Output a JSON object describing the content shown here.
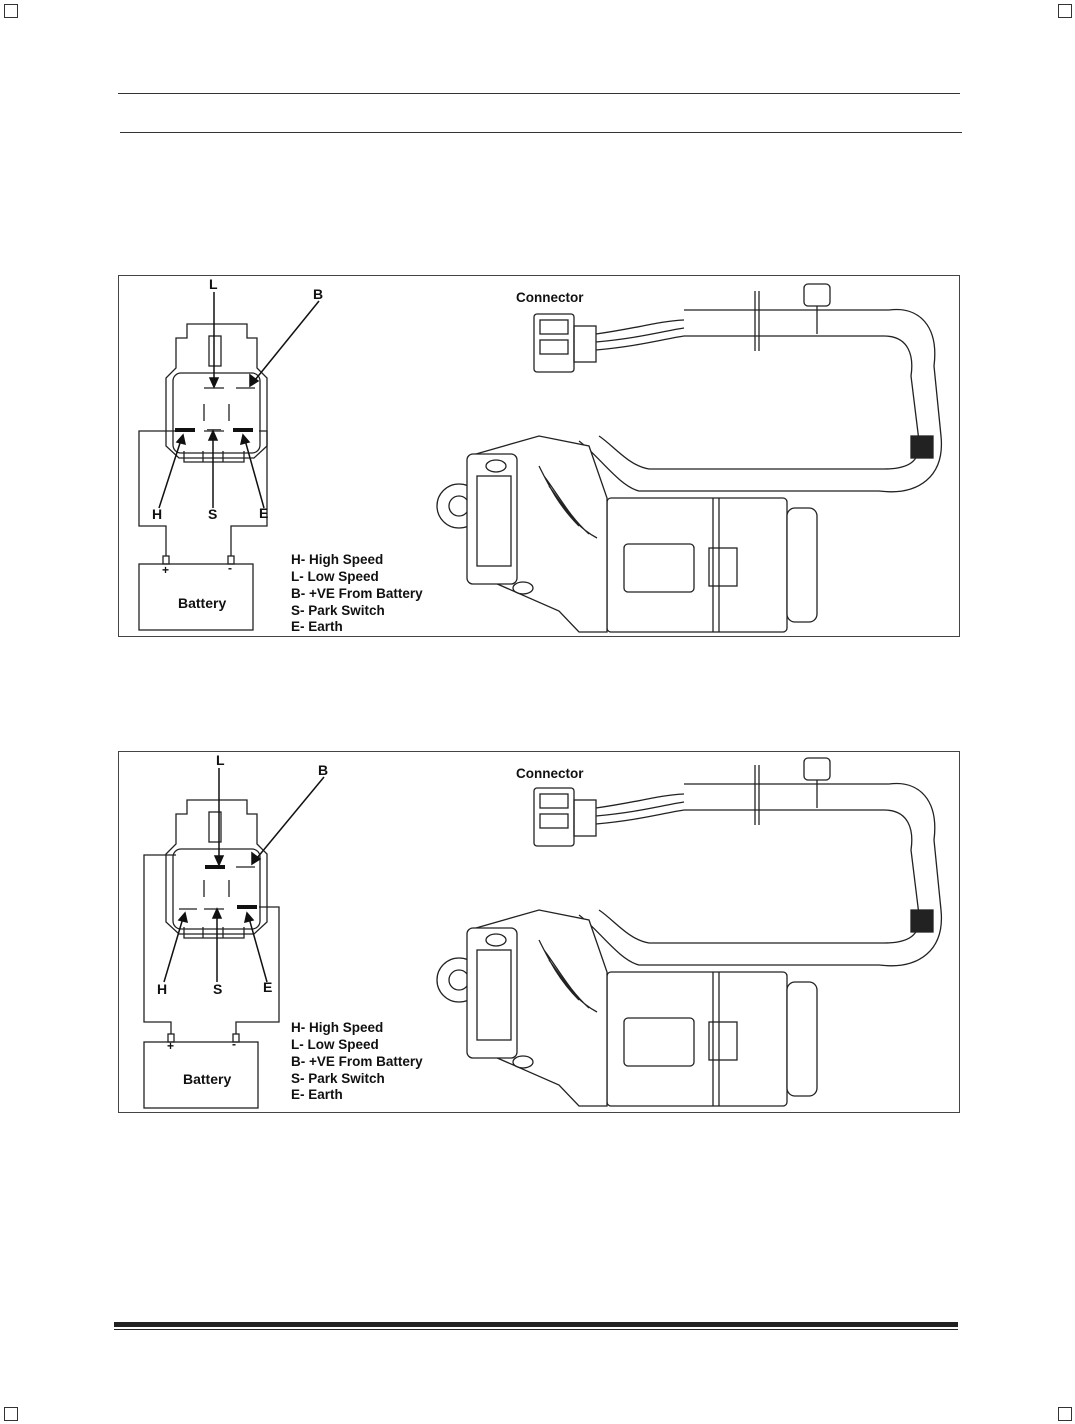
{
  "figures": [
    {
      "pins": {
        "L": "L",
        "B": "B",
        "H": "H",
        "S": "S",
        "E": "E"
      },
      "connector_label": "Connector",
      "battery": {
        "label": "Battery",
        "plus": "+",
        "minus": "-"
      },
      "legend": [
        "H- High Speed",
        "L- Low Speed",
        "B- +VE From Battery",
        "S- Park Switch",
        "E- Earth"
      ]
    },
    {
      "pins": {
        "L": "L",
        "B": "B",
        "H": "H",
        "S": "S",
        "E": "E"
      },
      "connector_label": "Connector",
      "battery": {
        "label": "Battery",
        "plus": "+",
        "minus": "-"
      },
      "legend": [
        "H- High Speed",
        "L- Low Speed",
        "B- +VE From Battery",
        "S- Park Switch",
        "E- Earth"
      ]
    }
  ]
}
